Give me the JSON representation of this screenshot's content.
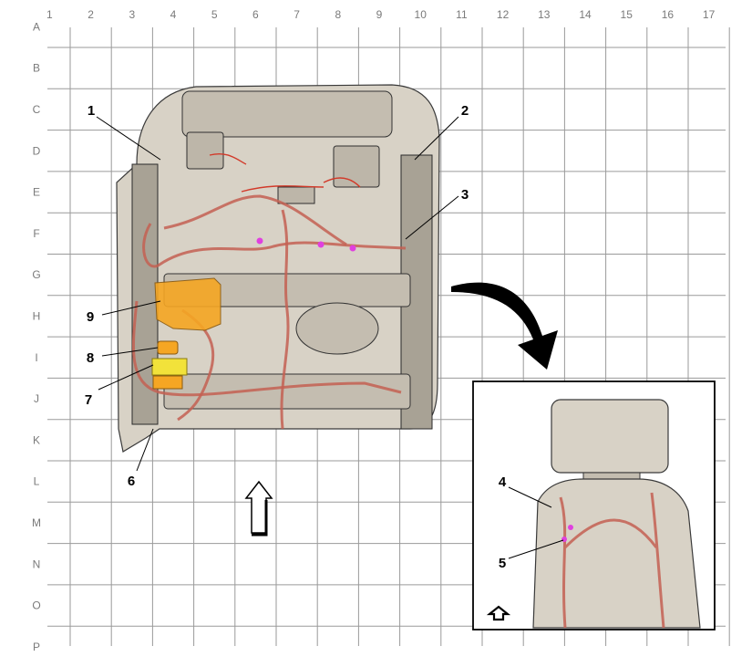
{
  "grid": {
    "columns": [
      "1",
      "2",
      "3",
      "4",
      "5",
      "6",
      "7",
      "8",
      "9",
      "10",
      "11",
      "12",
      "13",
      "14",
      "15",
      "16",
      "17"
    ],
    "rows": [
      "A",
      "B",
      "C",
      "D",
      "E",
      "F",
      "G",
      "H",
      "I",
      "J",
      "K",
      "L",
      "M",
      "N",
      "O",
      "P"
    ]
  },
  "callouts": {
    "main": [
      "1",
      "2",
      "3",
      "6",
      "7",
      "8",
      "9"
    ],
    "inset": [
      "4",
      "5"
    ]
  },
  "colors": {
    "grid": "#9a9a9a",
    "seat": "#d8d2c6",
    "harness": "#c46052",
    "connector_magenta": "#e040e0",
    "module_orange": "#f5a623",
    "module_yellow": "#f2e23a"
  },
  "icons": {
    "direction_arrow": "up-arrow-outline-icon",
    "rotate_arrow": "curved-arrow-icon",
    "inset_arrow": "up-arrow-outline-icon"
  }
}
